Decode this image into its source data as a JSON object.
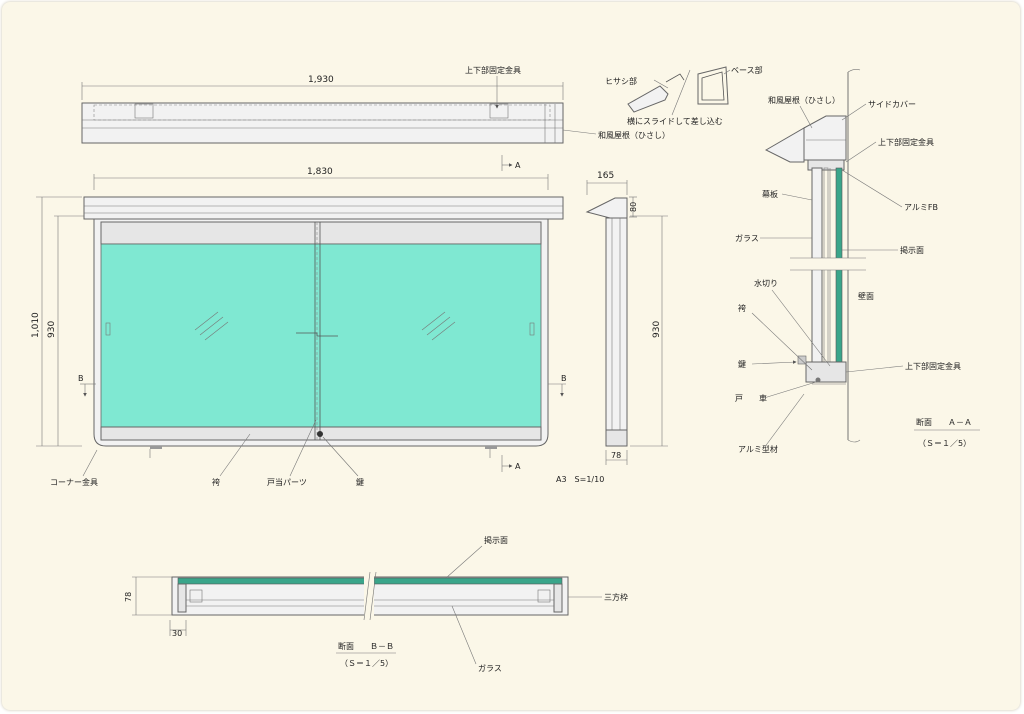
{
  "labels": {
    "top_width": "1,930",
    "inner_width": "1,830",
    "height_total": "1,010",
    "height_inner": "930",
    "side_height": "930",
    "side_top_depth": "165",
    "side_top_height": "80",
    "side_bottom_depth": "78",
    "bb_depth": "78",
    "bb_wall": "30",
    "fix_top": "上下部固定金具",
    "roof": "和風屋根（ひさし）",
    "section_a_marker": "A",
    "section_b_marker": "B",
    "hisashi_part": "ヒサシ部",
    "base_part": "ベース部",
    "slide_note": "横にスライドして差し込む",
    "corner": "コーナー金具",
    "hakama": "袴",
    "door_stop": "戸当パーツ",
    "key": "鍵",
    "scale": "A3　S=1/10",
    "aa_roof": "和風屋根（ひさし）",
    "aa_side_cover": "サイドカバー",
    "aa_fix_top": "上下部固定金具",
    "aa_makuita": "幕板",
    "aa_alumi_fb": "アルミFB",
    "aa_glass": "ガラス",
    "aa_board": "掲示面",
    "aa_mizukiri": "水切り",
    "aa_wall": "壁面",
    "aa_hakama": "袴",
    "aa_key": "鍵",
    "aa_fix_bottom": "上下部固定金具",
    "aa_tosha": "戸　　車",
    "aa_alumi": "アルミ型材",
    "aa_title": "断面　　Ａ－Ａ",
    "aa_scale": "（Ｓ＝１／5）",
    "bb_board": "掲示面",
    "bb_sanpo": "三方枠",
    "bb_glass": "ガラス",
    "bb_title": "断面　　Ｂ－Ｂ",
    "bb_scale": "（Ｓ＝１／5）"
  },
  "colors": {
    "sheet": "#fbf7e8",
    "glass": "#7fe8d2",
    "hatch": "#3aa58a"
  }
}
